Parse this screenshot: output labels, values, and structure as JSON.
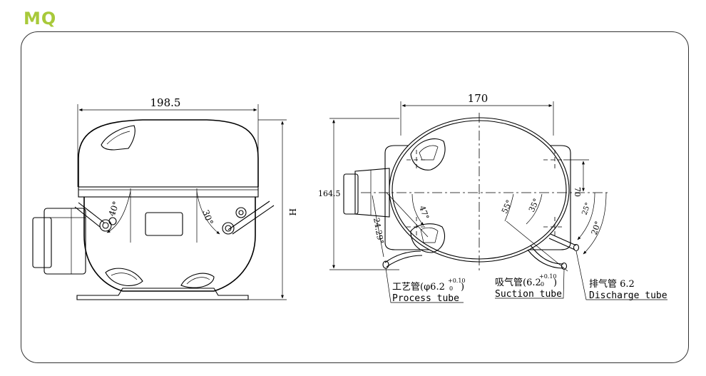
{
  "header": {
    "title": "MQ",
    "title_color": "#a8c93a"
  },
  "front_view": {
    "width_dim": "198.5",
    "height_dim": "H",
    "angle_left": "40°",
    "angle_right": "30°"
  },
  "side_view": {
    "width_dim": "170",
    "height_dim": "164.5",
    "dim_70": "70",
    "dim_25": "25°",
    "dim_20": "20°",
    "angle_47": "47°",
    "angle_55": "55°",
    "angle_35": "35°",
    "angle_24": "24.29°"
  },
  "labels": {
    "process_cn": "工艺管(φ6.2",
    "process_tol_up": "+0.10",
    "process_tol_low": "0",
    "process_close": ")",
    "process_en": "Process tube",
    "suction_cn": "吸气管(6.2",
    "suction_tol_up": "+0.10",
    "suction_tol_low": "0",
    "suction_close": ")",
    "suction_en": "Suction tube",
    "discharge_cn": "排气管 6.2",
    "discharge_en": "Discharge tube"
  }
}
